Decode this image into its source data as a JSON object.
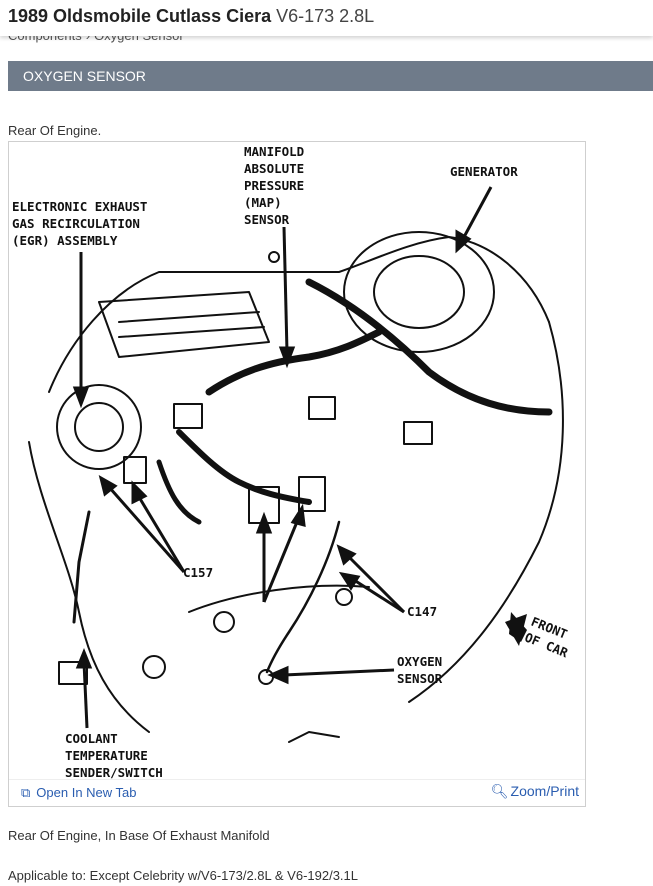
{
  "header": {
    "title_bold": "1989 Oldsmobile Cutlass Ciera",
    "title_rest": "V6-173 2.8L"
  },
  "breadcrumb": {
    "items": [
      "Components",
      "Oxygen Sensor"
    ],
    "separator": "›"
  },
  "section": {
    "title": "OXYGEN SENSOR"
  },
  "figure": {
    "caption": "Rear Of Engine.",
    "labels": {
      "egr": "ELECTRONIC EXHAUST\nGAS RECIRCULATION\n(EGR) ASSEMBLY",
      "map": "MANIFOLD\nABSOLUTE\nPRESSURE\n(MAP)\nSENSOR",
      "generator": "GENERATOR",
      "c157": "C157",
      "c147": "C147",
      "front": "FRONT\nOF CAR",
      "oxygen": "OXYGEN\nSENSOR",
      "coolant": "COOLANT\nTEMPERATURE\nSENDER/SWITCH"
    },
    "open_tab_label": "Open In New Tab",
    "zoom_label": "Zoom/Print",
    "icons": {
      "open_tab": "open-new-tab-icon",
      "zoom": "magnifier-zoom-icon"
    }
  },
  "location_text": "Rear Of Engine, In Base Of Exhaust Manifold",
  "applicability": "Applicable to: Except Celebrity w/V6-173/2.8L & V6-192/3.1L",
  "colors": {
    "section_bar": "#6f7b8a",
    "link": "#2a5db0"
  }
}
